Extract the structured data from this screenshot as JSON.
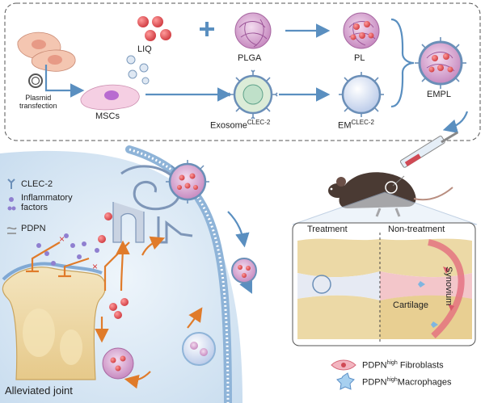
{
  "top_panel": {
    "liq": "LIQ",
    "plga": "PLGA",
    "pl": "PL",
    "empl": "EMPL",
    "plasmid_transfection": [
      "Plasmid",
      "transfection"
    ],
    "mscs": "MSCs",
    "exosome": "Exosome",
    "exosome_sup": "CLEC-2",
    "em": "EM",
    "em_sup": "CLEC-2"
  },
  "legend": {
    "clec2": "CLEC-2",
    "inflammatory": [
      "Inflammatory",
      "factors"
    ],
    "pdpn": "PDPN"
  },
  "joint": {
    "treatment": "Treatment",
    "non_treatment": "Non-treatment",
    "synovium": "Synovium",
    "cartilage": "Cartilage"
  },
  "cell_legend": {
    "fibroblasts_pre": "PDPN",
    "fibroblasts_sup": "high",
    "fibroblasts_post": " Fibroblasts",
    "macrophages_pre": "PDPN",
    "macrophages_sup": "high",
    "macrophages_post": "Macrophages"
  },
  "alleviated_joint": "Alleviated joint",
  "colors": {
    "nanoparticle_red": "#d6404a",
    "membrane_blue": "#5b8fc6",
    "arrow_orange": "#e07b2a",
    "arrow_blue": "#5a8fc0",
    "synovium_pink": "#f0aab4",
    "cartilage_cream": "#ecd9a6",
    "inflammatory_purple": "#8f7fd0"
  },
  "icons": [
    "mouse-icon",
    "syringe-icon",
    "bone-icon",
    "plasmid-icon",
    "cell-icon"
  ]
}
